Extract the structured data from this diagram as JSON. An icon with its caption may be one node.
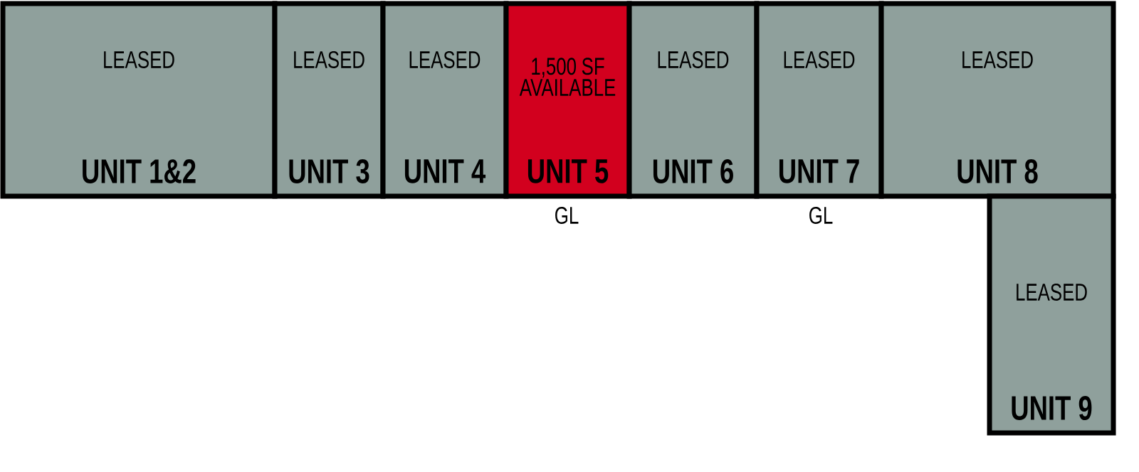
{
  "diagram": {
    "nodes": [
      {
        "text": [
          "LEASED",
          "UNIT 1&2"
        ]
      },
      {
        "text": [
          "LEASED",
          "UNIT 3"
        ]
      },
      {
        "text": [
          "LEASED",
          "UNIT 4"
        ]
      },
      {
        "text": [
          "1,500 SF AVAILABLE",
          "UNIT 5"
        ]
      },
      {
        "text": [
          "LEASED",
          "UNIT 6"
        ]
      },
      {
        "text": [
          "LEASED",
          "UNIT 7"
        ]
      },
      {
        "text": [
          "LEASED",
          "UNIT 8"
        ]
      },
      {
        "text": [
          "LEASED",
          "UNIT 9"
        ]
      }
    ],
    "labels": [
      "GL",
      "GL"
    ]
  }
}
